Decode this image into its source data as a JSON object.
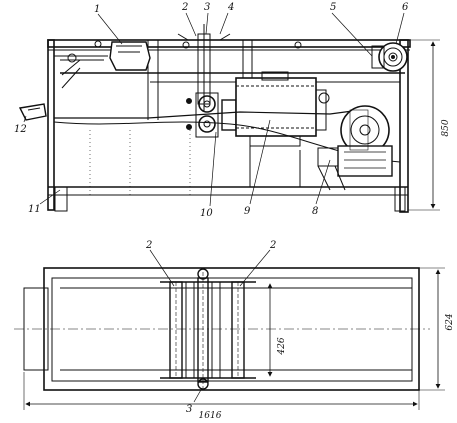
{
  "part_labels": {
    "p1": "1",
    "p2": "2",
    "p3": "3",
    "p4": "4",
    "p5": "5",
    "p6": "6",
    "p8": "8",
    "p9": "9",
    "p10": "10",
    "p11": "11",
    "p12": "12"
  },
  "dimensions": {
    "height": "850",
    "width": "624",
    "inner_width": "426",
    "length": "1616"
  },
  "colors": {
    "ink": "#111111",
    "paper": "#ffffff"
  }
}
